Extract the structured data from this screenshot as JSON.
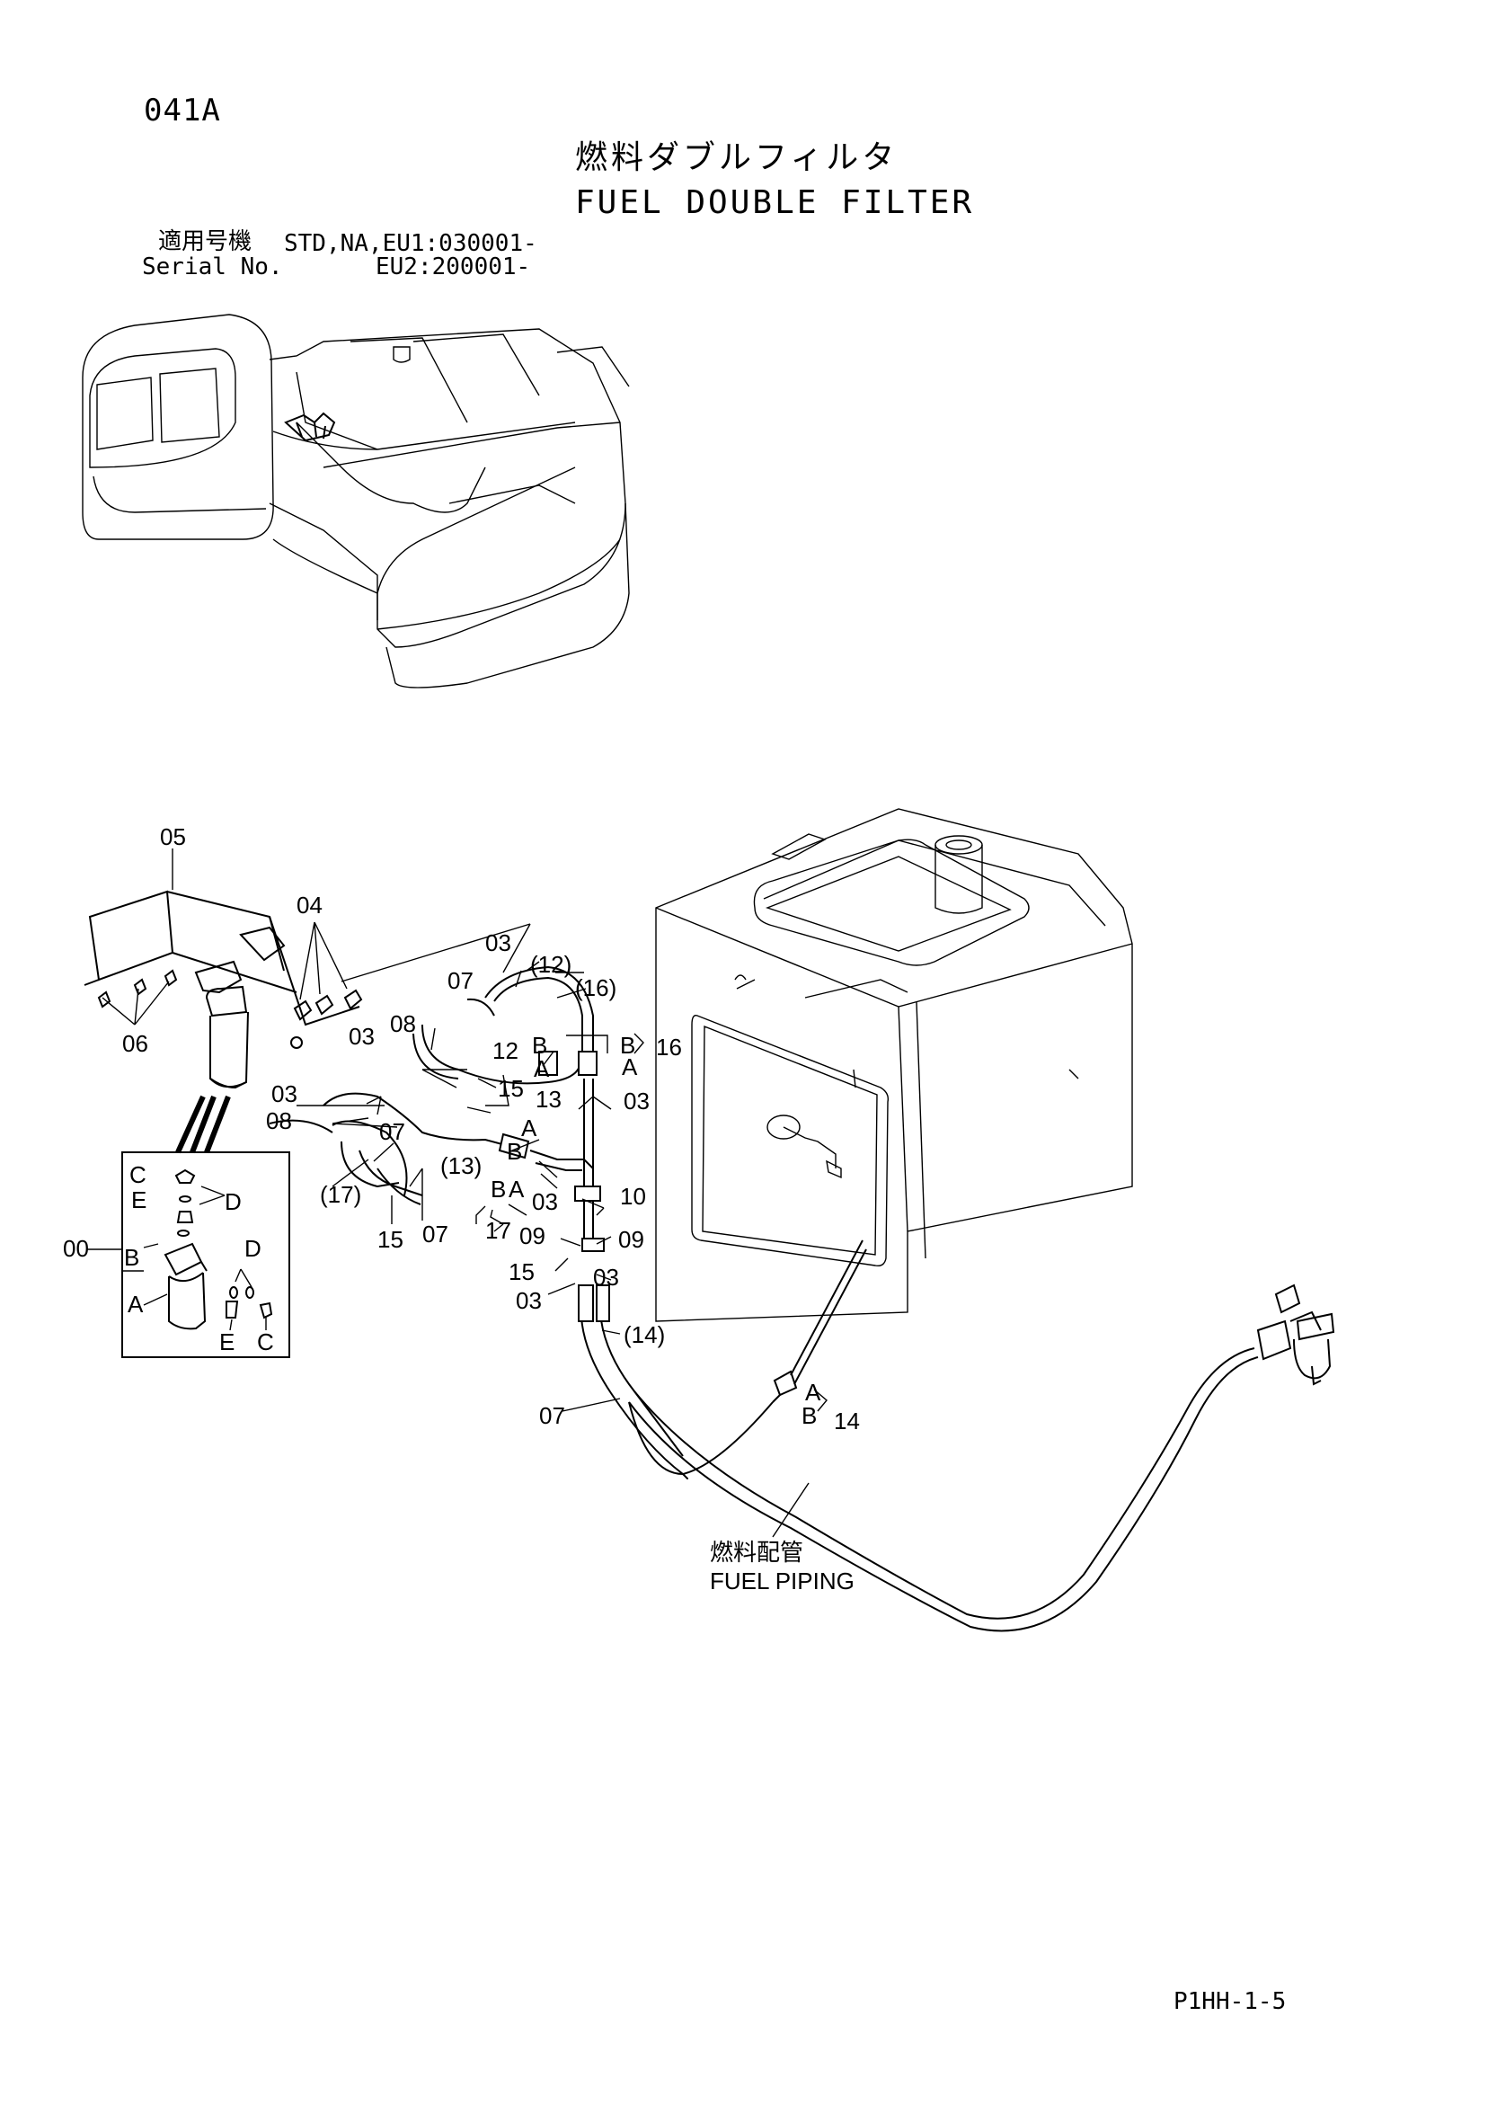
{
  "page_code": "041A",
  "title_jp": "燃料ダブルフィルタ",
  "title_en": "FUEL DOUBLE FILTER",
  "serial": {
    "label_jp": "適用号機",
    "label_en": "Serial No.",
    "value_1": "STD,NA,EU1:030001-",
    "value_2": "EU2:200001-"
  },
  "callouts": {
    "c00": "00",
    "c03a": "03",
    "c03b": "03",
    "c03c": "03",
    "c03d": "03",
    "c03e": "03",
    "c03f": "03",
    "c03g": "03",
    "c04": "04",
    "c05": "05",
    "c06": "06",
    "c07a": "07",
    "c07b": "07",
    "c07c": "07",
    "c07d": "07",
    "c08a": "08",
    "c08b": "08",
    "c09a": "09",
    "c09b": "09",
    "c10": "10",
    "c12": "12",
    "c12p": "(12)",
    "c13": "13",
    "c13p": "(13)",
    "c14": "14",
    "c14p": "(14)",
    "c15a": "15",
    "c15b": "15",
    "c15c": "15",
    "c16": "16",
    "c16p": "(16)",
    "c17": "17",
    "c17p": "(17)",
    "kA1": "A",
    "kA2": "A",
    "kA3": "A",
    "kA4": "A",
    "kA5": "A",
    "kA6": "A",
    "kB1": "B",
    "kB2": "B",
    "kB3": "B",
    "kB4": "B",
    "kB5": "B",
    "kB6": "B",
    "kC1": "C",
    "kC2": "C",
    "kD1": "D",
    "kD2": "D",
    "kE1": "E",
    "kE2": "E"
  },
  "fuel_piping": {
    "label_jp": "燃料配管",
    "label_en": "FUEL PIPING"
  },
  "footer": "P1HH-1-5"
}
